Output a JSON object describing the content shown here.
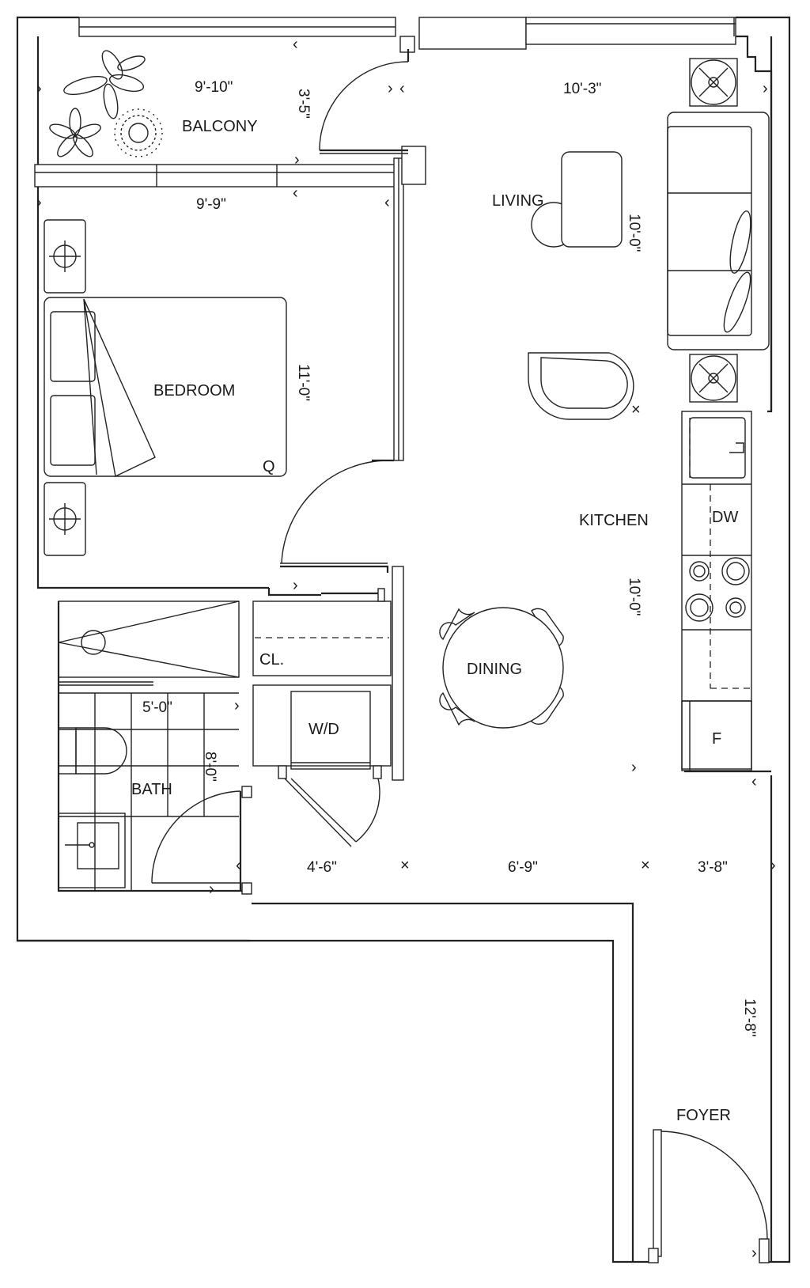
{
  "rooms": {
    "balcony": "BALCONY",
    "living": "LIVING",
    "bedroom": "BEDROOM",
    "kitchen": "KITCHEN",
    "dining": "DINING",
    "bath": "BATH",
    "closet": "CL.",
    "washer_dryer": "W/D",
    "foyer": "FOYER",
    "dishwasher": "DW",
    "fridge": "F",
    "bed_size": "Q"
  },
  "dimensions": {
    "balcony_width": "9'-10\"",
    "balcony_depth": "3'-5\"",
    "living_width": "10'-3\"",
    "living_depth": "10'-0\"",
    "bedroom_width": "9'-9\"",
    "bedroom_depth": "11'-0\"",
    "kitchen_depth": "10'-0\"",
    "bath_width": "5'-0\"",
    "bath_depth": "8'-0\"",
    "span_a": "4'-6\"",
    "span_b": "6'-9\"",
    "span_c": "3'-8\"",
    "foyer_depth": "12'-8\""
  }
}
